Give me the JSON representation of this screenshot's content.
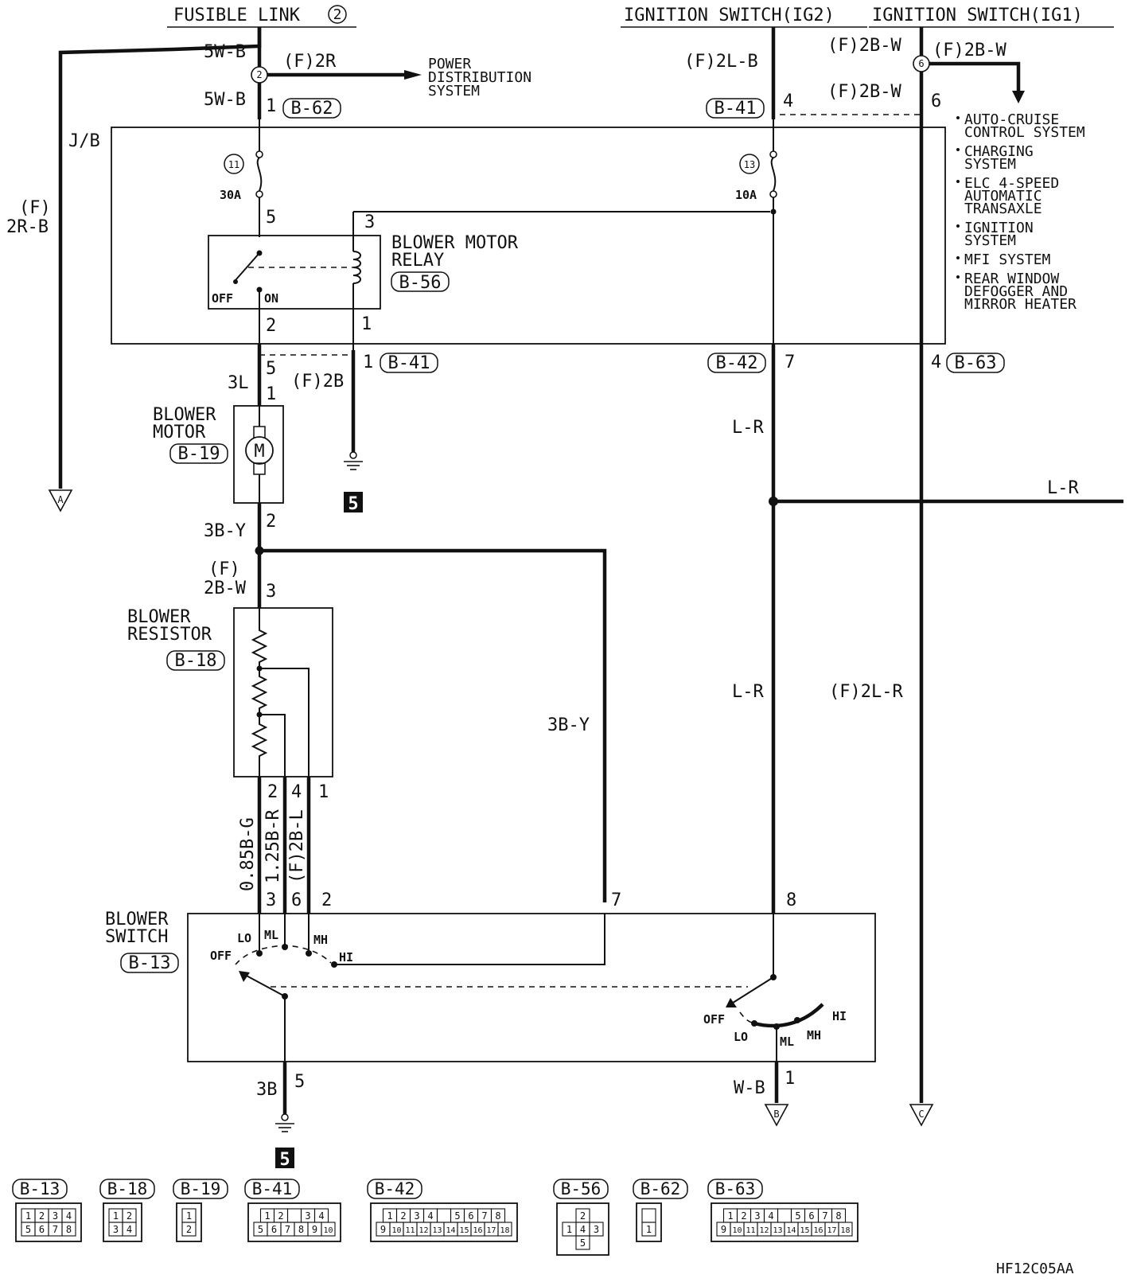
{
  "header": {
    "fusible_link": "FUSIBLE LINK",
    "fusible_num": "2",
    "ig2": "IGNITION SWITCH(IG2)",
    "ig1": "IGNITION SWITCH(IG1)"
  },
  "wires": {
    "w5wb_a": "5W-B",
    "w5wb_b": "5W-B",
    "f2r": "(F)2R",
    "f2rb_1": "(F)",
    "f2rb_2": "2R-B",
    "f2lb": "(F)2L-B",
    "f2bw_a": "(F)2B-W",
    "f2bw_b": "(F)2B-W",
    "f2bw_c": "(F)2B-W",
    "w3l": "3L",
    "f2b": "(F)2B",
    "lr_a": "L-R",
    "lr_b": "L-R",
    "lr_c": "L-R",
    "w3by_a": "3B-Y",
    "w3by_b": "3B-Y",
    "f2bw2_1": "(F)",
    "f2bw2_2": "2B-W",
    "w085bg": "0.85B-G",
    "w125br": "1.25B-R",
    "f2bl": "(F)2B-L",
    "f2lr": "(F)2L-R",
    "w3b": "3B",
    "wb": "W-B"
  },
  "labels": {
    "power_1": "POWER",
    "power_2": "DISTRIBUTION",
    "power_3": "SYSTEM",
    "jb": "J/B",
    "fuse11": "11",
    "fuse11_amp": "30A",
    "fuse13": "13",
    "fuse13_amp": "10A",
    "relay_1": "BLOWER MOTOR",
    "relay_2": "RELAY",
    "relay_off": "OFF",
    "relay_on": "ON",
    "motor_1": "BLOWER",
    "motor_2": "MOTOR",
    "motor_m": "M",
    "resistor_1": "BLOWER",
    "resistor_2": "RESISTOR",
    "switch_1": "BLOWER",
    "switch_2": "SWITCH",
    "sw_lo": "LO",
    "sw_ml": "ML",
    "sw_mh": "MH",
    "sw_hi": "HI",
    "sw_off": "OFF",
    "sw2_off": "OFF",
    "sw2_lo": "LO",
    "sw2_ml": "ML",
    "sw2_mh": "MH",
    "sw2_hi": "HI",
    "junction2": "2",
    "junction6": "6",
    "ground_a": "5",
    "ground_b": "5",
    "term_a": "A",
    "term_b": "B",
    "term_c": "C",
    "figure_code": "HF12C05AA"
  },
  "systems": [
    "AUTO-CRUISE",
    "CONTROL SYSTEM",
    "CHARGING",
    "SYSTEM",
    "ELC 4-SPEED",
    "AUTOMATIC",
    "TRANSAXLE",
    "IGNITION",
    "SYSTEM",
    "MFI SYSTEM",
    "REAR WINDOW",
    "DEFOGGER AND",
    "MIRROR HEATER"
  ],
  "connectors": {
    "b62": "B-62",
    "b41": "B-41",
    "b41b": "B-41",
    "b56": "B-56",
    "b42": "B-42",
    "b63": "B-63",
    "b19": "B-19",
    "b18": "B-18",
    "b13": "B-13"
  },
  "pins": {
    "p_b62": "1",
    "p_b41_ig": "4",
    "p_b63_top": "6",
    "p_fuse11_out": "5",
    "p_relay3": "3",
    "p_relay2": "2",
    "p_relay1": "1",
    "p_b41_5": "5",
    "p_b41_1": "1",
    "p_b42": "7",
    "p_b63": "4",
    "p_motor1": "1",
    "p_motor2": "2",
    "p_res3": "3",
    "p_res2": "2",
    "p_res4": "4",
    "p_res1": "1",
    "p_sw3": "3",
    "p_sw6": "6",
    "p_sw2": "2",
    "p_sw7": "7",
    "p_sw8": "8",
    "p_sw5": "5",
    "p_sw1": "1"
  },
  "connector_views": [
    {
      "label": "B-13",
      "rows": [
        [
          "1",
          "2",
          "3",
          "4"
        ],
        [
          "5",
          "6",
          "7",
          "8"
        ]
      ]
    },
    {
      "label": "B-18",
      "rows": [
        [
          "1",
          "2"
        ],
        [
          "3",
          "4"
        ]
      ]
    },
    {
      "label": "B-19",
      "rows": [
        [
          "1"
        ],
        [
          "2"
        ]
      ]
    },
    {
      "label": "B-41",
      "rows": [
        [
          "1",
          "2",
          "",
          "3",
          "4"
        ],
        [
          "5",
          "6",
          "7",
          "8",
          "9",
          "10"
        ]
      ]
    },
    {
      "label": "B-42",
      "rows": [
        [
          "1",
          "2",
          "3",
          "4",
          "",
          "5",
          "6",
          "7",
          "8"
        ],
        [
          "9",
          "10",
          "11",
          "12",
          "13",
          "14",
          "15",
          "16",
          "17",
          "18"
        ]
      ]
    },
    {
      "label": "B-56",
      "rows": [
        [
          "2"
        ],
        [
          "1",
          "4",
          "3"
        ],
        [
          "5"
        ]
      ]
    },
    {
      "label": "B-62",
      "rows": [
        [
          ""
        ],
        [
          "1"
        ]
      ]
    },
    {
      "label": "B-63",
      "rows": [
        [
          "1",
          "2",
          "3",
          "4",
          "",
          "5",
          "6",
          "7",
          "8"
        ],
        [
          "9",
          "10",
          "11",
          "12",
          "13",
          "14",
          "15",
          "16",
          "17",
          "18"
        ]
      ]
    }
  ]
}
